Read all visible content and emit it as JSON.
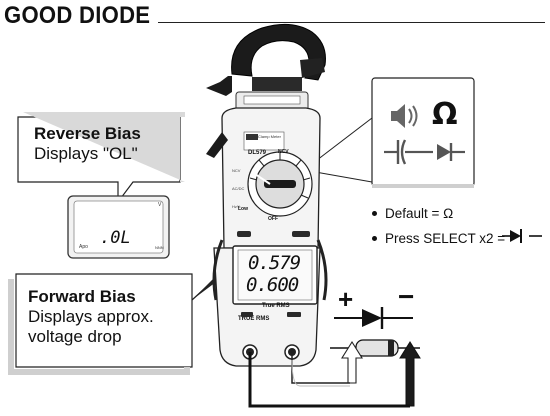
{
  "title": "GOOD DIODE",
  "reverse_bias": {
    "heading": "Reverse Bias",
    "body": "Displays \"OL\"",
    "lcd_reading": ".0L"
  },
  "forward_bias": {
    "heading": "Forward Bias",
    "line1": "Displays approx.",
    "line2": "voltage drop"
  },
  "meter": {
    "model": "DL579",
    "brand": "Clamp Meter",
    "primary_reading": "0.579",
    "secondary_reading": "0.600",
    "true_rms_label": "True RMS",
    "dial_label_ncv": "NCV",
    "dial_label_off": "OFF",
    "dial_label_low": "Low"
  },
  "mode_panel": {
    "ohm_symbol": "Ω"
  },
  "bullets": [
    "Default = Ω",
    "Press SELECT x2 ="
  ],
  "circuit": {
    "plus": "+",
    "minus": "−"
  }
}
